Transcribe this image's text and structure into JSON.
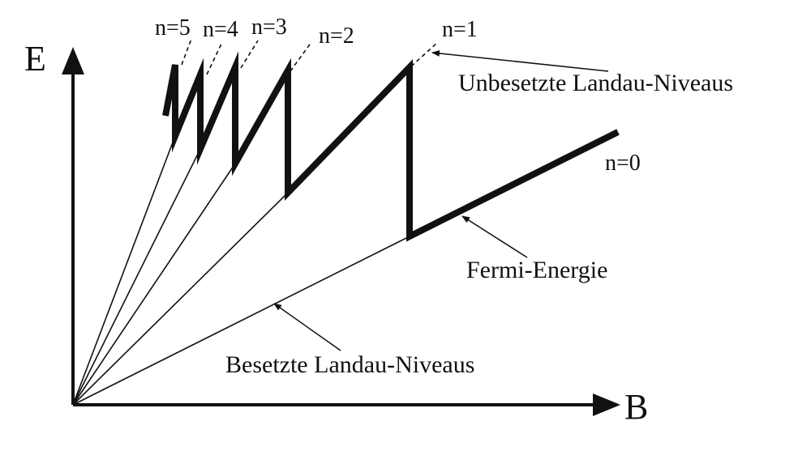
{
  "axes": {
    "y_label": "E",
    "x_label": "B"
  },
  "levels": {
    "n0": "n=0",
    "n1": "n=1",
    "n2": "n=2",
    "n3": "n=3",
    "n4": "n=4",
    "n5": "n=5"
  },
  "annotations": {
    "unoccupied": "Unbesetzte Landau-Niveaus",
    "fermi": "Fermi-Energie",
    "occupied": "Besetzte Landau-Niveaus"
  },
  "colors": {
    "ink": "#111111"
  }
}
